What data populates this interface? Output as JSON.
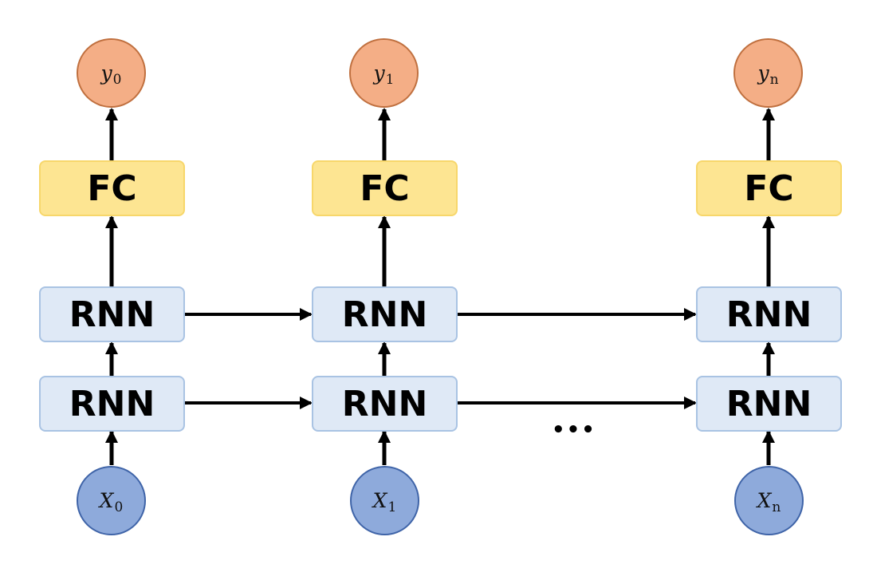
{
  "diagram": {
    "columns": [
      {
        "output": {
          "symbol": "y",
          "subscript": "0"
        },
        "fc_label": "FC",
        "rnn_top_label": "RNN",
        "rnn_bottom_label": "RNN",
        "input": {
          "symbol": "X",
          "subscript": "0"
        }
      },
      {
        "output": {
          "symbol": "y",
          "subscript": "1"
        },
        "fc_label": "FC",
        "rnn_top_label": "RNN",
        "rnn_bottom_label": "RNN",
        "input": {
          "symbol": "X",
          "subscript": "1"
        }
      },
      {
        "output": {
          "symbol": "y",
          "subscript": "n"
        },
        "fc_label": "FC",
        "rnn_top_label": "RNN",
        "rnn_bottom_label": "RNN",
        "input": {
          "symbol": "X",
          "subscript": "n"
        }
      }
    ],
    "ellipsis": "•••",
    "colors": {
      "fc_fill": "#fde592",
      "rnn_fill": "#dfe9f6",
      "output_fill": "#f4ae86",
      "input_fill": "#8eaadb",
      "arrow": "#000000"
    }
  }
}
